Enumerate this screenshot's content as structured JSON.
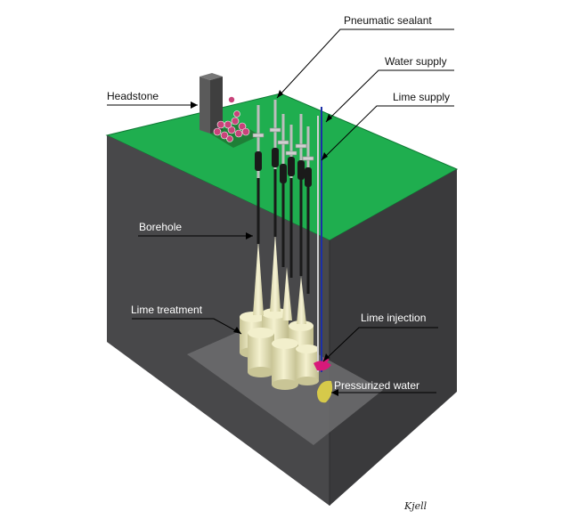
{
  "labels": {
    "pneumatic_sealant": "Pneumatic sealant",
    "water_supply": "Water supply",
    "lime_supply": "Lime supply",
    "headstone": "Headstone",
    "borehole": "Borehole",
    "lime_treatment": "Lime treatment",
    "lime_injection": "Lime injection",
    "pressurized_water": "Pressurized water"
  },
  "signature": "Kjell",
  "colors": {
    "ground_surface": "#1fae4f",
    "ground_front": "#48484a",
    "ground_side": "#3a3a3c",
    "lime_columns": "#e8e4b4",
    "headstone": "#4a4a4a",
    "flowers": "#c8437a",
    "water_line": "#1b2fa8",
    "injection": "#d8197a",
    "jet": "#d6c94a"
  }
}
